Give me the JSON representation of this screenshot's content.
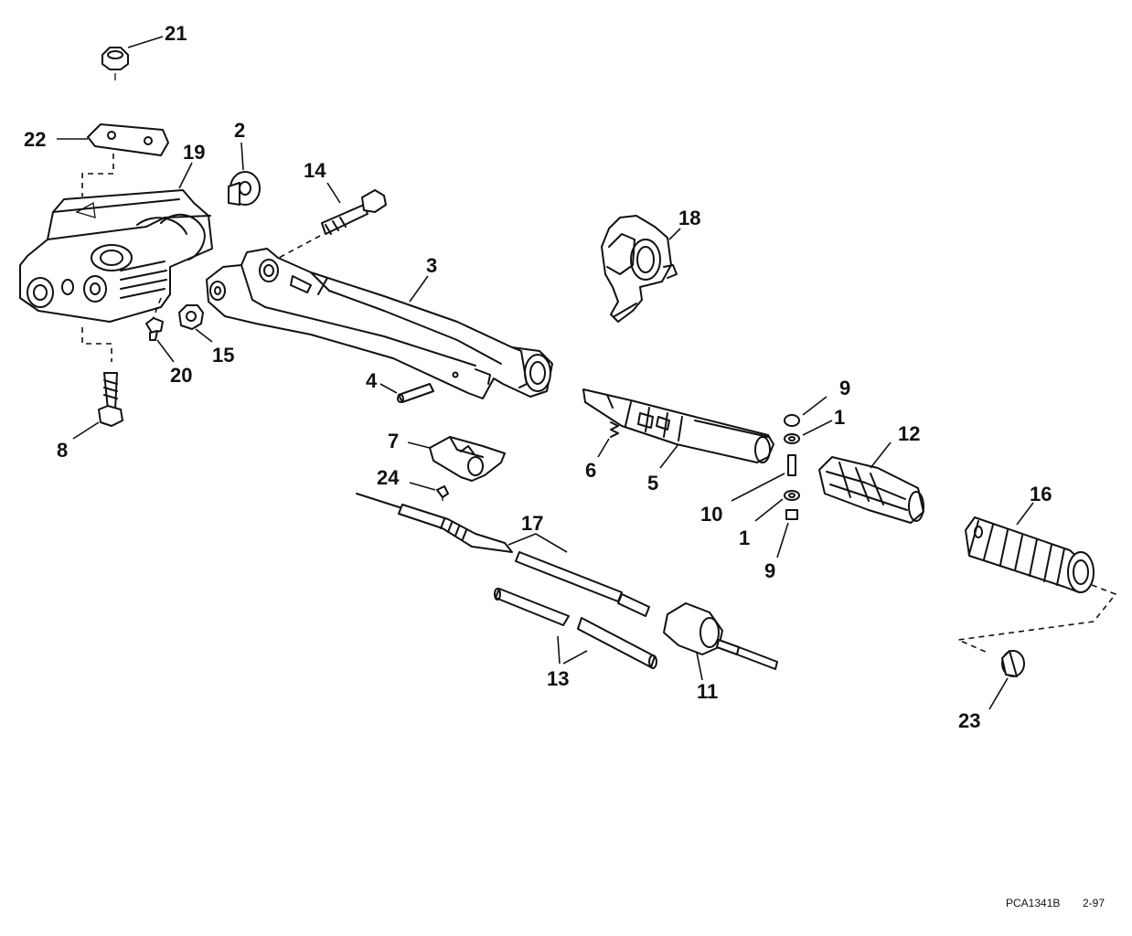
{
  "callouts": {
    "c21": "21",
    "c22": "22",
    "c19": "19",
    "c2": "2",
    "c14": "14",
    "c18": "18",
    "c3": "3",
    "c15": "15",
    "c20": "20",
    "c8": "8",
    "c4": "4",
    "c9a": "9",
    "c1a": "1",
    "c12": "12",
    "c7": "7",
    "c6": "6",
    "c5": "5",
    "c24": "24",
    "c10": "10",
    "c1b": "1",
    "c16": "16",
    "c9b": "9",
    "c17": "17",
    "c13": "13",
    "c11": "11",
    "c23": "23"
  },
  "footer": {
    "part_code": "PCA1341B",
    "date_code": "2-97"
  }
}
